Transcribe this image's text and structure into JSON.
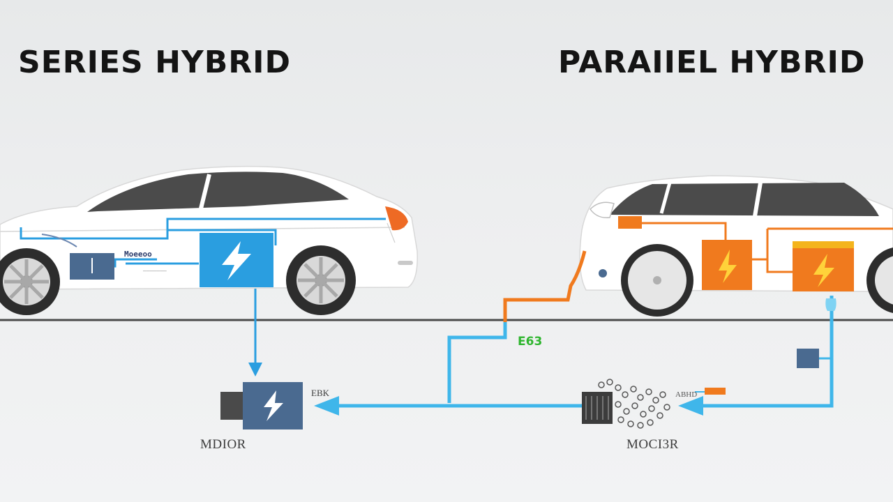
{
  "titles": {
    "series": "SERIES HYBRID",
    "parallel": "PARAIIEL HYBRID"
  },
  "labels": {
    "motor": "MDIOR",
    "engine": "MOCI3R",
    "series_tag": "EBK",
    "parallel_tag": "ABHD",
    "green_tag": "E63",
    "car_tag": "Moeeoo",
    "car_subtag": "———————"
  },
  "colors": {
    "series_accent": "#2a9ee0",
    "parallel_accent": "#f07a1e",
    "flow_line": "#3fb6ea",
    "ground": "#4a4a4a",
    "motor_box": "#4a6a90"
  },
  "icons": {
    "battery_series": "lightning-bolt-icon",
    "battery_parallel": "lightning-bolt-icon",
    "motor": "lightning-bolt-icon",
    "engine": "engine-block-icon"
  }
}
